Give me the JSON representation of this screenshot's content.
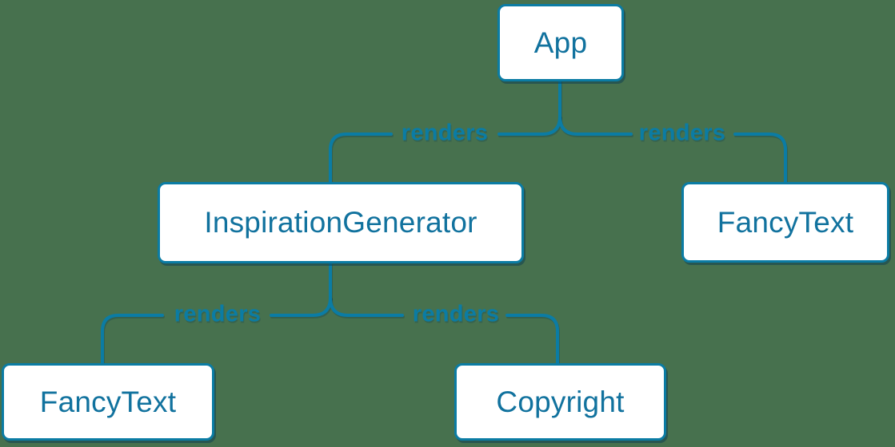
{
  "diagram": {
    "type": "component-render-tree",
    "colors": {
      "background": "#47714e",
      "accent": "#0b7ca4",
      "node_fill": "#ffffff",
      "node_text": "#11729e"
    },
    "nodes": [
      {
        "id": "app",
        "label": "App"
      },
      {
        "id": "inspiration-generator",
        "label": "InspirationGenerator"
      },
      {
        "id": "fancy-text-right",
        "label": "FancyText"
      },
      {
        "id": "fancy-text-left",
        "label": "FancyText"
      },
      {
        "id": "copyright",
        "label": "Copyright"
      }
    ],
    "edges": [
      {
        "from": "App",
        "to": "InspirationGenerator",
        "label": "renders"
      },
      {
        "from": "App",
        "to": "FancyText",
        "label": "renders"
      },
      {
        "from": "InspirationGenerator",
        "to": "FancyText",
        "label": "renders"
      },
      {
        "from": "InspirationGenerator",
        "to": "Copyright",
        "label": "renders"
      }
    ]
  }
}
